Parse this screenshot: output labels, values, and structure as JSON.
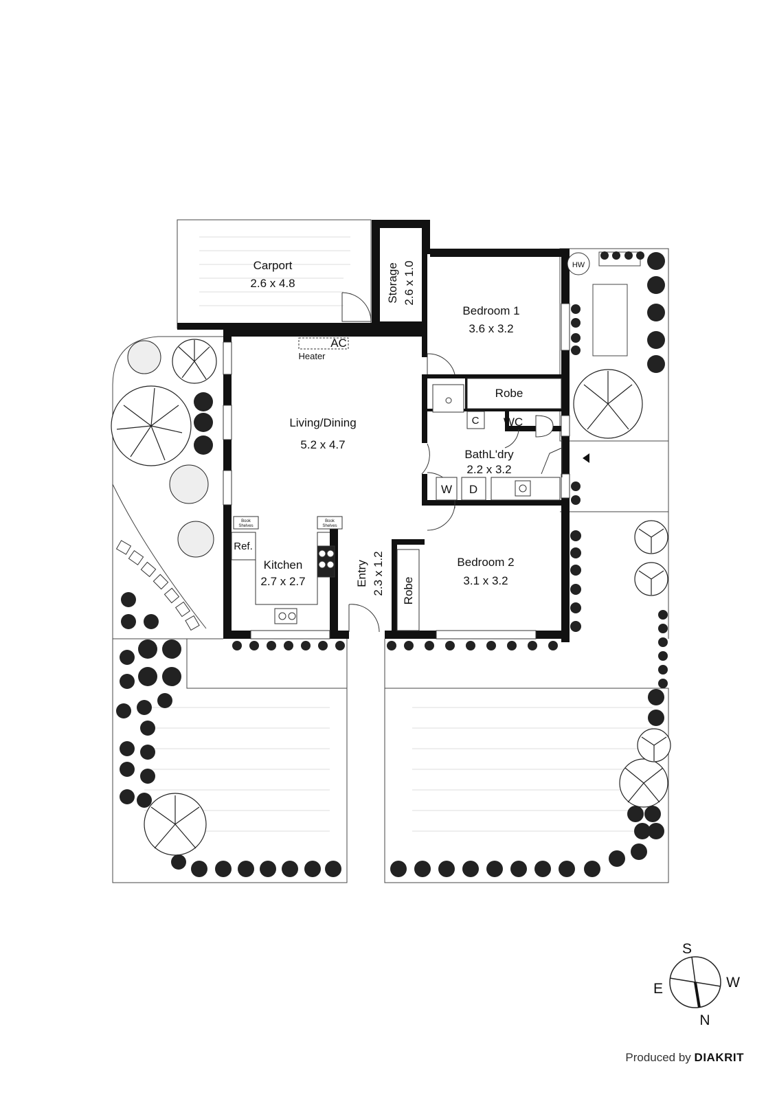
{
  "rooms": {
    "carport": {
      "name": "Carport",
      "size": "2.6 x 4.8"
    },
    "storage": {
      "name": "Storage",
      "size": "2.6 x 1.0"
    },
    "bedroom1": {
      "name": "Bedroom 1",
      "size": "3.6 x 3.2"
    },
    "living": {
      "name": "Living/Dining",
      "size": "5.2 x 4.7"
    },
    "bath": {
      "name": "BathL'dry",
      "size": "2.2 x 3.2"
    },
    "kitchen": {
      "name": "Kitchen",
      "size": "2.7 x 2.7"
    },
    "entry": {
      "name": "Entry",
      "size": "2.3 x 1.2"
    },
    "bedroom2": {
      "name": "Bedroom 2",
      "size": "3.1 x 3.2"
    }
  },
  "fixtures": {
    "robe_top": "Robe",
    "robe_side": "Robe",
    "wc": "WC",
    "cupboard": "C",
    "washer": "W",
    "dryer": "D",
    "ac": "AC",
    "heater": "Heater",
    "hot_water": "HW",
    "fridge": "Ref.",
    "book": "Book",
    "shelves": "Shelves"
  },
  "compass": {
    "s": "S",
    "w": "W",
    "e": "E",
    "n": "N"
  },
  "credit": {
    "prefix": "Produced by",
    "brand": "DIAKRIT"
  },
  "colors": {
    "wall": "#111111",
    "line": "#333333",
    "background": "#ffffff"
  }
}
